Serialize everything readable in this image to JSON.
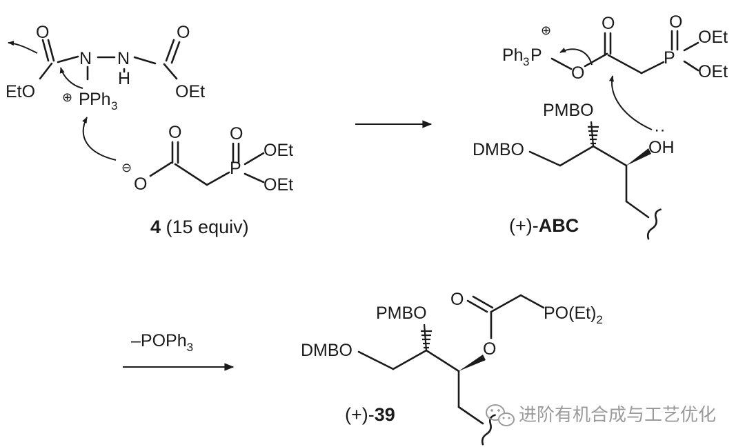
{
  "reagent": {
    "atoms": {
      "o_top_left": "O",
      "n1": "N",
      "n2": "N",
      "nh_h": "H",
      "o_top_right": "O",
      "eto_left": "EtO",
      "oet_right": "OEt",
      "charge_plus": "⊕",
      "p": "P",
      "ph": "Ph",
      "ph_sub": "3"
    }
  },
  "anion": {
    "atoms": {
      "charge_minus": "⊖",
      "o_minus": "O",
      "o_carbonyl": "O",
      "p": "P",
      "p_o": "O",
      "oet1": "OEt",
      "oet2": "OEt"
    },
    "label_num": "4",
    "label_rest": " (15 equiv)"
  },
  "intermediate": {
    "atoms": {
      "charge_plus": "⊕",
      "ph": "Ph",
      "ph_sub": "3",
      "p": "P",
      "o_ester": "O",
      "o_carbonyl": "O",
      "p2": "P",
      "p_o": "O",
      "oet1": "OEt",
      "oet2": "OEt",
      "pmbo": "PMBO",
      "dmbo": "DMBO",
      "oh": "OH",
      "lone_pair": "··"
    },
    "label_prefix": "(+)-",
    "label_bold": "ABC"
  },
  "step2": {
    "reagent_text": "–POPh",
    "reagent_sub": "3"
  },
  "product": {
    "atoms": {
      "o_carbonyl": "O",
      "po_et": "PO(Et)",
      "po_sub": "2",
      "pmbo": "PMBO",
      "dmbo": "DMBO",
      "o_ester": "O"
    },
    "label_prefix": "(+)-",
    "label_bold": "39"
  },
  "watermark": {
    "text": "进阶有机合成与工艺优化"
  }
}
